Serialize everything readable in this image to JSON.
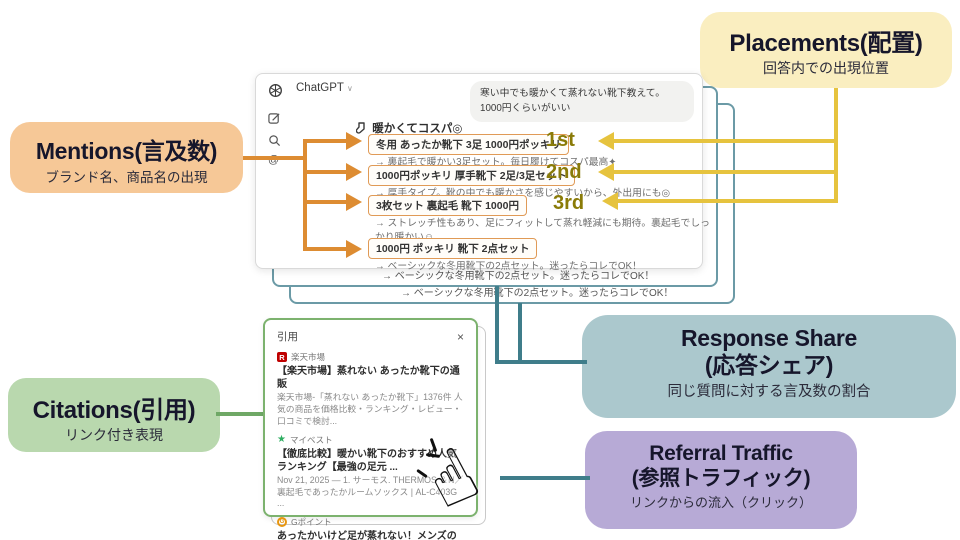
{
  "colors": {
    "mentions_bg": "#f6c897",
    "placements_bg": "#faeec0",
    "citations_bg": "#b9d8ae",
    "response_share_bg": "#abc8cd",
    "referral_bg": "#b7aad6",
    "mentions_connector": "#dd8c32",
    "placements_connector": "#e6c33e",
    "response_connector": "#3f7d8a",
    "citations_connector": "#6fa866",
    "rank_text": "#8a7b08"
  },
  "labels": {
    "mentions": {
      "title": "Mentions(言及数)",
      "subtitle": "ブランド名、商品名の出現"
    },
    "placements": {
      "title": "Placements(配置)",
      "subtitle": "回答内での出現位置"
    },
    "citations": {
      "title": "Citations(引用)",
      "subtitle": "リンク付き表現"
    },
    "response_share": {
      "title_line1": "Response Share",
      "title_line2": "(応答シェア)",
      "subtitle": "同じ質問に対する言及数の割合"
    },
    "referral": {
      "title_line1": "Referral Traffic",
      "title_line2": "(参照トラフィック)",
      "subtitle": "リンクからの流入（クリック）"
    }
  },
  "chat": {
    "app_name": "ChatGPT",
    "chevron": "∨",
    "gpts_icon": "@",
    "user_question": "寒い中でも暖かくて蒸れない靴下教えて。1000円くらいがいい",
    "answer_heading": "暖かくてコスパ◎",
    "items": [
      {
        "label": "冬用 あったか靴下 3足 1000円ポッキリ",
        "desc": "→ 裏起毛で暖かい3足セット。毎日履けてコスパ最高✦",
        "rank": "1st"
      },
      {
        "label": "1000円ポッキリ 厚手靴下 2足/3足セット",
        "desc": "→ 厚手タイプ。靴の中でも暖かさを感じやすいから、外出用にも◎",
        "rank": "2nd"
      },
      {
        "label": "3枚セット 裏起毛 靴下 1000円",
        "desc": "→ ストレッチ性もあり、足にフィットして蒸れ軽減にも期待。裏起毛でしっかり暖かい☺",
        "rank": "3rd"
      },
      {
        "label": "1000円 ポッキリ 靴下 2点セット",
        "desc": "→ ベーシックな冬用靴下の2点セット。迷ったらコレでOK！"
      }
    ],
    "stacked_line": "→ ベーシックな冬用靴下の2点セット。迷ったらコレでOK！"
  },
  "citation_panel": {
    "title": "引用",
    "close": "×",
    "sources": [
      {
        "badge": "R",
        "site": "楽天市場",
        "title": "【楽天市場】蒸れない あったか靴下の通販",
        "desc": "楽天市場-「蒸れない あったか靴下」1376件 人気の商品を価格比較・ランキング・レビュー・口コミで検討..."
      },
      {
        "badge": "★",
        "site": "マイベスト",
        "title": "【徹底比較】暖かい靴下のおすすめ人気ランキング【最強の足元 ...",
        "desc": "Nov 21, 2025 — 1. サーモス. THERMOS ＆N／裏起毛であったかルームソックス | AL-C403G ..."
      },
      {
        "badge": "G",
        "site": "Gポイント",
        "title": "あったかいけど足が蒸れない！メンズの防寒靴下 でおすすめを ...",
        "desc": ""
      }
    ]
  }
}
